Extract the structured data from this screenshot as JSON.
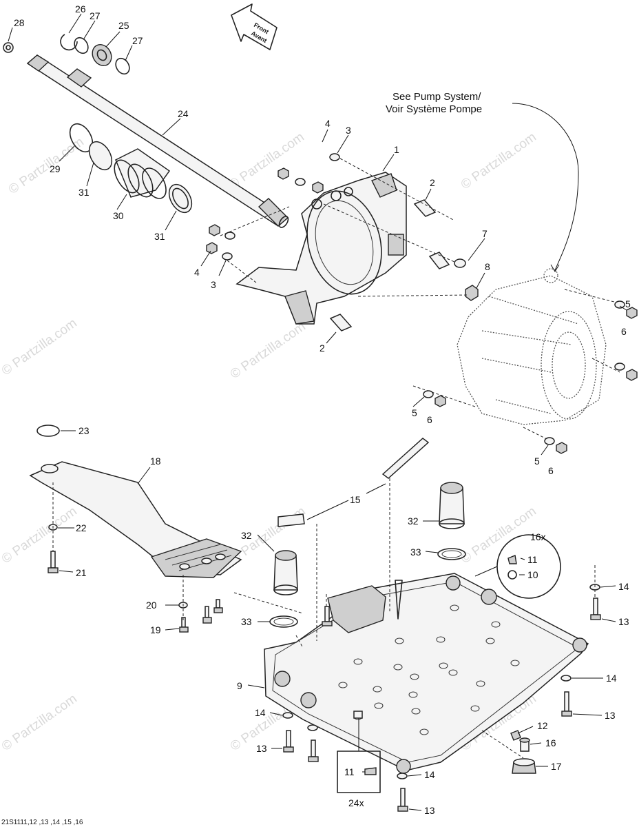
{
  "watermark": {
    "text": "© Partzilla.com",
    "text_vertical": "© Partzilla.com"
  },
  "direction_arrow": {
    "line1": "Front",
    "line2": "Avant"
  },
  "note": {
    "line1": "See Pump System/",
    "line2": "Voir Système Pompe"
  },
  "callouts": {
    "c1": "1",
    "c2a": "2",
    "c2b": "2",
    "c3a": "3",
    "c3b": "3",
    "c4a": "4",
    "c4b": "4",
    "c5a": "5",
    "c5b": "5",
    "c5c": "5",
    "c6a": "6",
    "c6b": "6",
    "c6c": "6",
    "c7": "7",
    "c8": "8",
    "c9": "9",
    "c10": "10",
    "c11a": "11",
    "c11b": "11",
    "c12": "12",
    "c13a": "13",
    "c13b": "13",
    "c13c": "13",
    "c13d": "13",
    "c14a": "14",
    "c14b": "14",
    "c14c": "14",
    "c14d": "14",
    "c15": "15",
    "c16": "16",
    "c16x": "16x",
    "c17": "17",
    "c18": "18",
    "c19": "19",
    "c20": "20",
    "c21": "21",
    "c22": "22",
    "c23": "23",
    "c24": "24",
    "c24x": "24x",
    "c25": "25",
    "c26": "26",
    "c27a": "27",
    "c27b": "27",
    "c28": "28",
    "c29": "29",
    "c30": "30",
    "c31a": "31",
    "c31b": "31",
    "c32a": "32",
    "c32b": "32",
    "c33a": "33",
    "c33b": "33"
  },
  "figure_code": "21S1111,12 ,13 ,14 ,15 ,16"
}
